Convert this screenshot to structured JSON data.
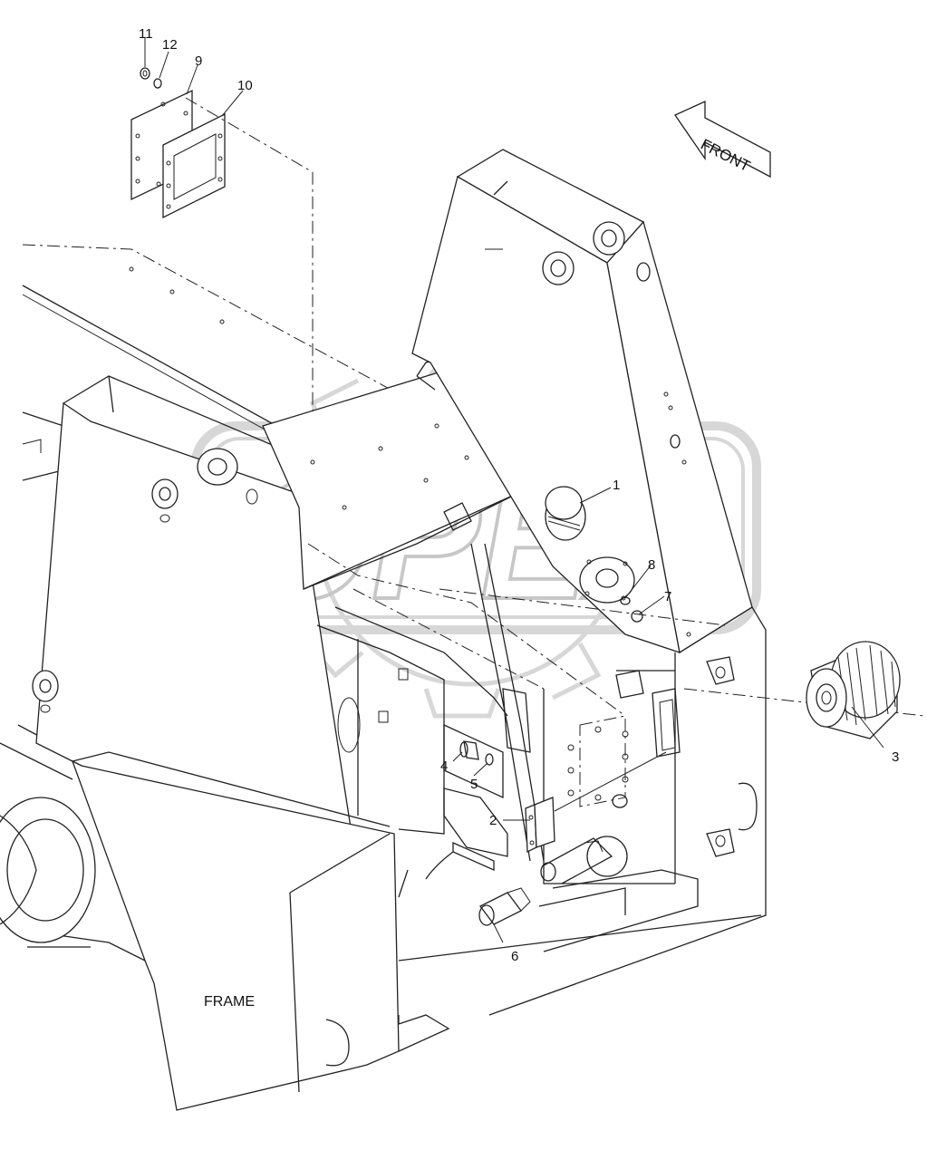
{
  "watermark": {
    "text": "OPEX",
    "color": "#b8b8b8"
  },
  "direction_arrow": {
    "label": "FRONT"
  },
  "frame_label": "FRAME",
  "part_labels": {
    "p1": "1",
    "p2": "2",
    "p3": "3",
    "p4": "4",
    "p5": "5",
    "p6": "6",
    "p7": "7",
    "p8": "8",
    "p9": "9",
    "p10": "10",
    "p11": "11",
    "p12": "12"
  },
  "colors": {
    "line": "#222222",
    "background": "#ffffff"
  }
}
